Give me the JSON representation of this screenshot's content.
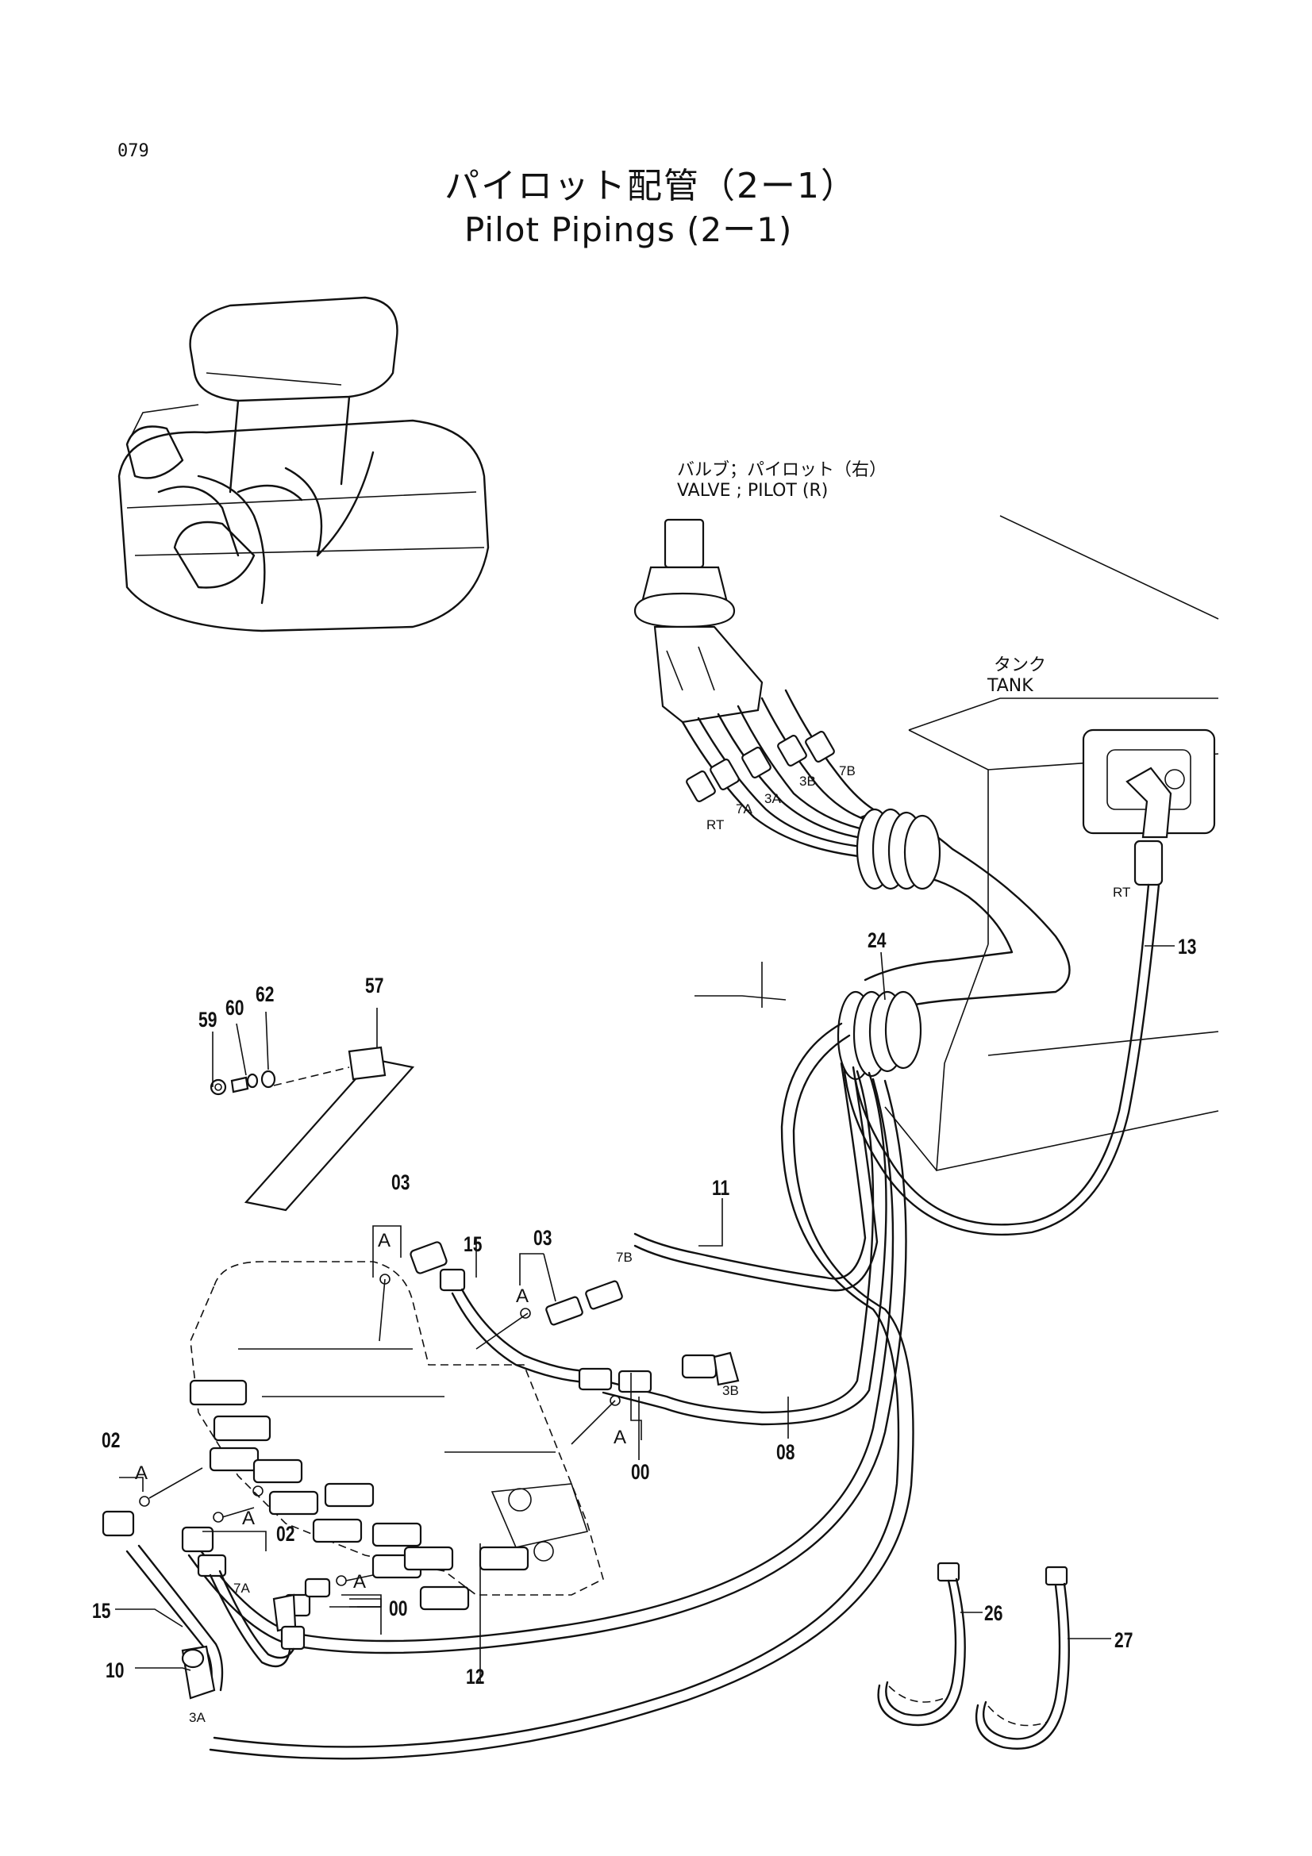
{
  "page": {
    "page_number": "079",
    "title_jp": "パイロット配管（2ー1）",
    "title_en": "Pilot Pipings (2ー1)"
  },
  "labels": {
    "valve_jp": "バルブ；パイロット（右）",
    "valve_en": "VALVE ; PILOT (R)",
    "tank_jp": "タンク",
    "tank_en": "TANK"
  },
  "callouts": {
    "p00a": "00",
    "p00b": "00",
    "p02a": "02",
    "p02b": "02",
    "p03a": "03",
    "p03b": "03",
    "p08": "08",
    "p10": "10",
    "p11": "11",
    "p12": "12",
    "p13": "13",
    "p15a": "15",
    "p15b": "15",
    "p24": "24",
    "p26": "26",
    "p27": "27",
    "p57": "57",
    "p59": "59",
    "p60": "60",
    "p62": "62"
  },
  "ports": {
    "v3B": "3B",
    "v7B": "7B",
    "v3A": "3A",
    "v7A": "7A",
    "vRT": "RT",
    "tRT": "RT",
    "c7B": "7B",
    "c3B": "3B",
    "c7A": "7A",
    "c3A": "3A"
  },
  "refs": {
    "a1": "A",
    "a2": "A",
    "a3": "A",
    "a4": "A",
    "a5": "A",
    "a6": "A"
  }
}
